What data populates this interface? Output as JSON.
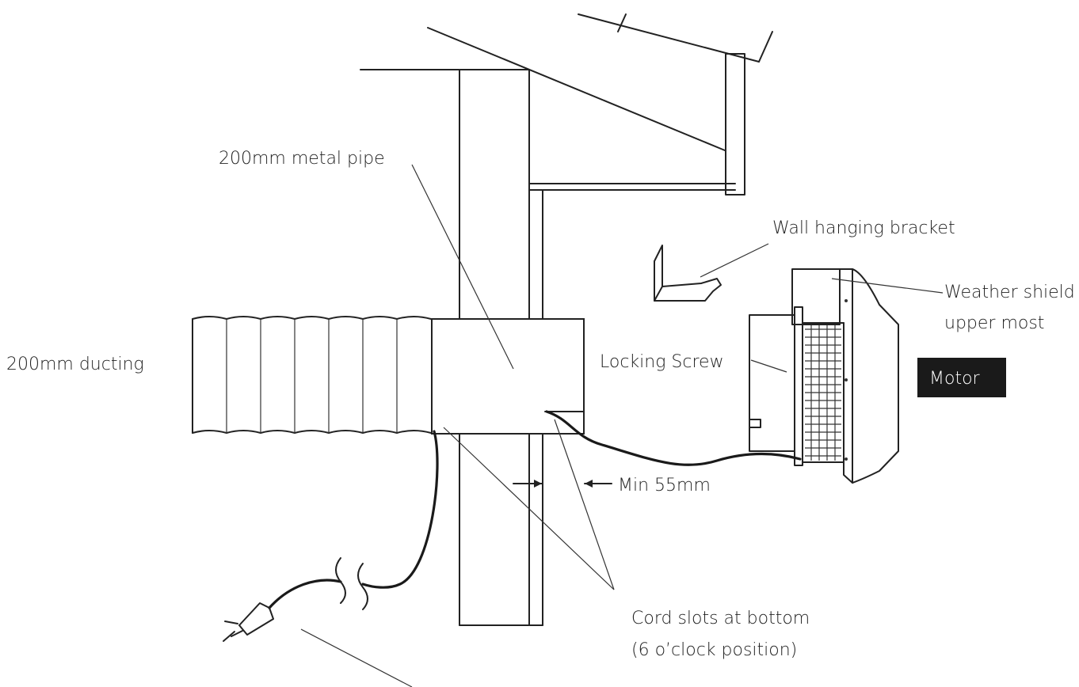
{
  "labels": {
    "metal_pipe": "200mm metal pipe",
    "wall_bracket": "Wall hanging bracket",
    "weather_shield_line1": "Weather shield",
    "weather_shield_line2": "upper most",
    "ducting": "200mm ducting",
    "locking_screw": "Locking Screw",
    "motor": "Motor",
    "min_gap": "Min 55mm",
    "cord_slots_line1": "Cord slots at bottom",
    "cord_slots_line2": "(6 o’clock position)"
  },
  "colors": {
    "ink": "#222222",
    "motor_badge_bg": "#1a1a1a",
    "motor_badge_text": "#ffffff"
  }
}
